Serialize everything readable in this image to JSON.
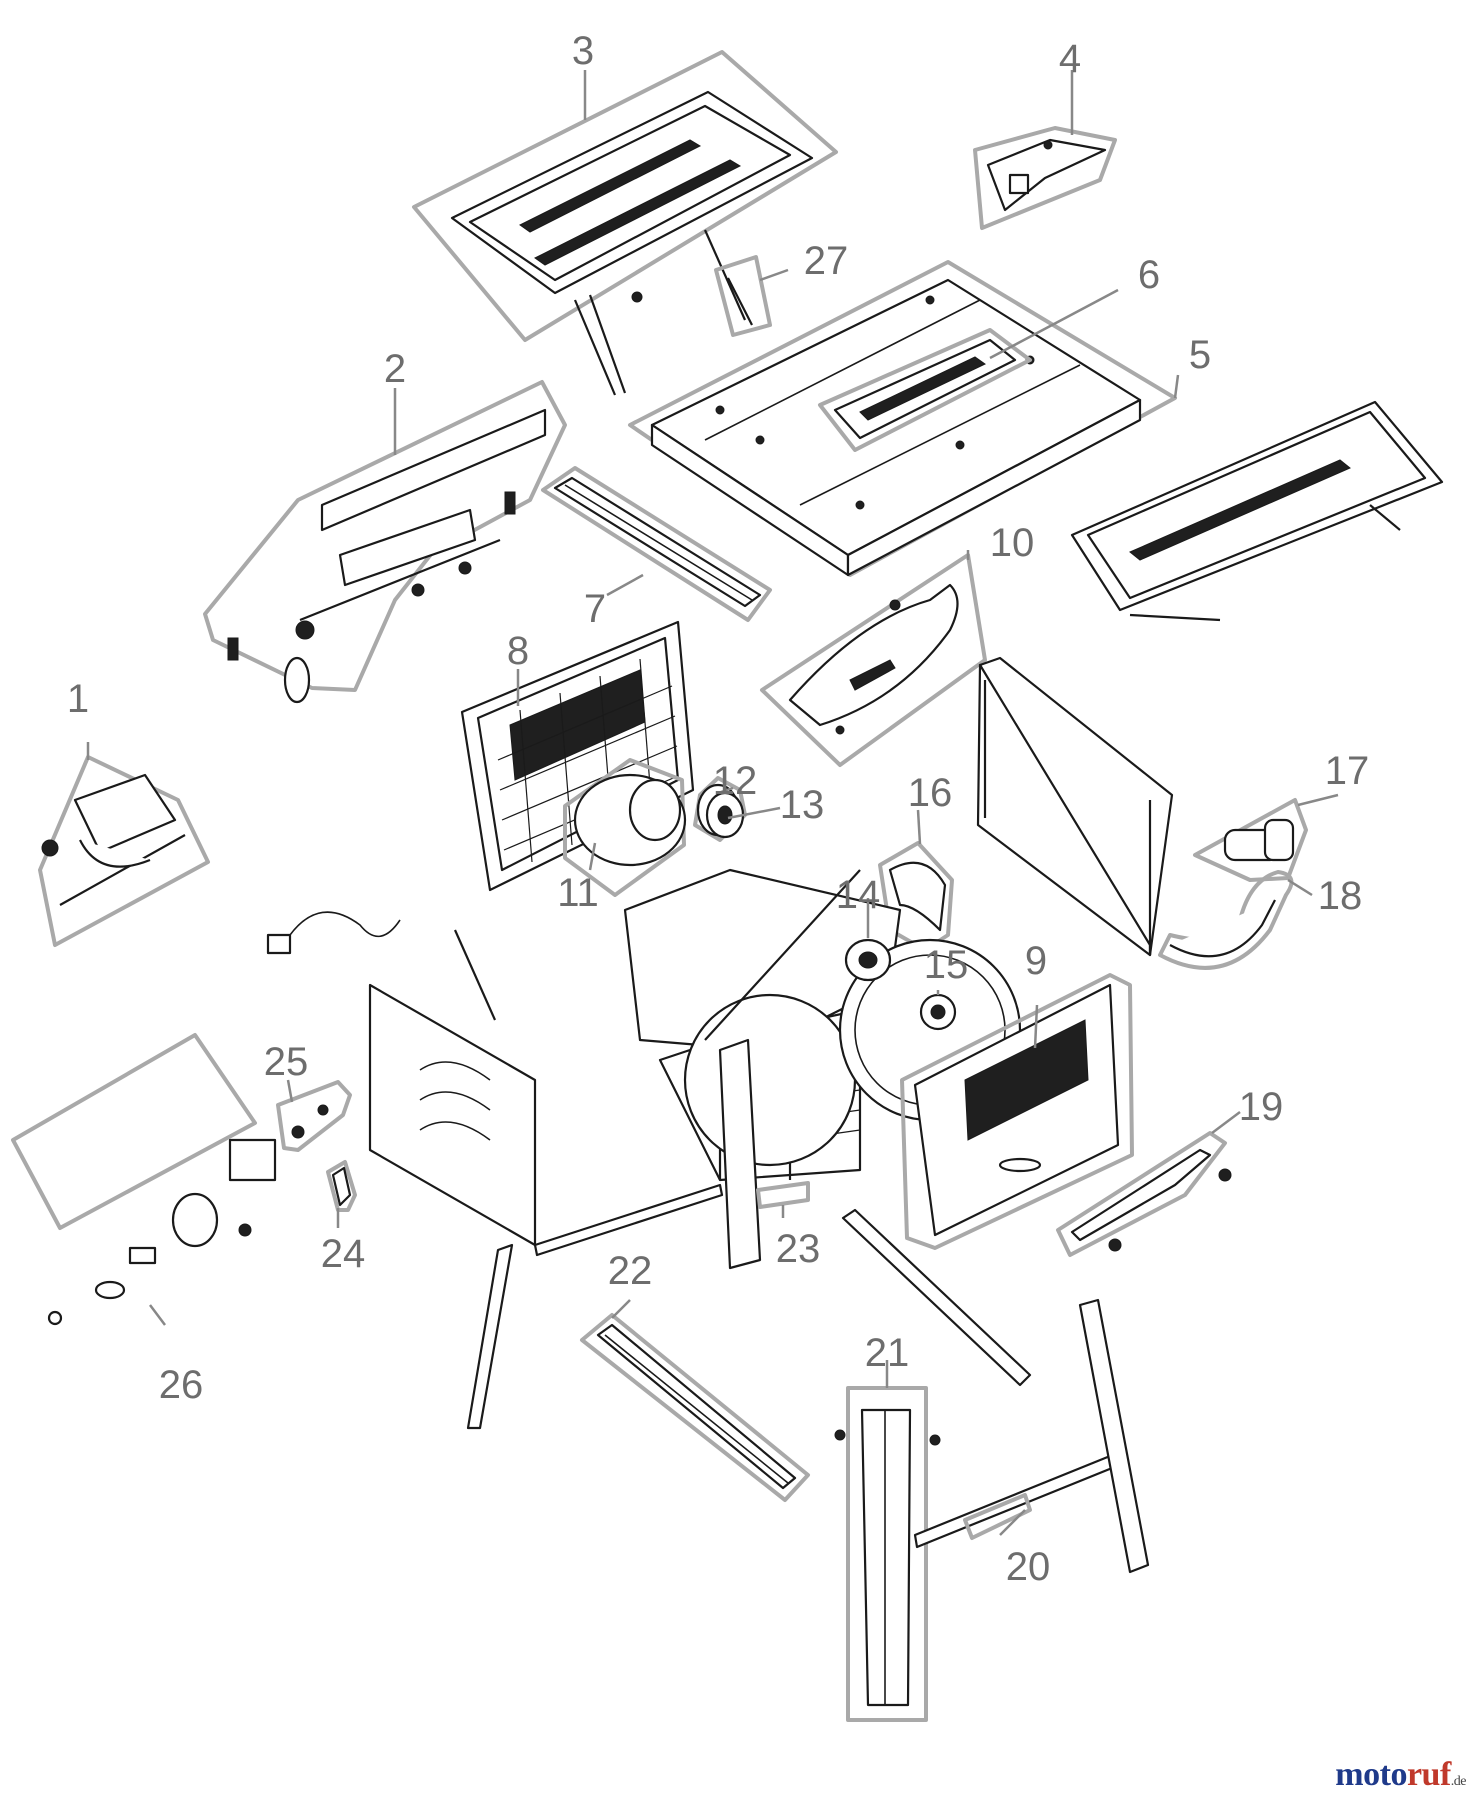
{
  "callouts": [
    "1",
    "2",
    "3",
    "4",
    "5",
    "6",
    "7",
    "8",
    "9",
    "10",
    "11",
    "12",
    "13",
    "14",
    "15",
    "16",
    "17",
    "18",
    "19",
    "20",
    "21",
    "22",
    "23",
    "24",
    "25",
    "26",
    "27"
  ],
  "watermark": {
    "part1": "moto",
    "part2": "ruf",
    "tld": ".de",
    "colors": {
      "blue": "#1f3a8a",
      "red": "#c0392b"
    }
  }
}
